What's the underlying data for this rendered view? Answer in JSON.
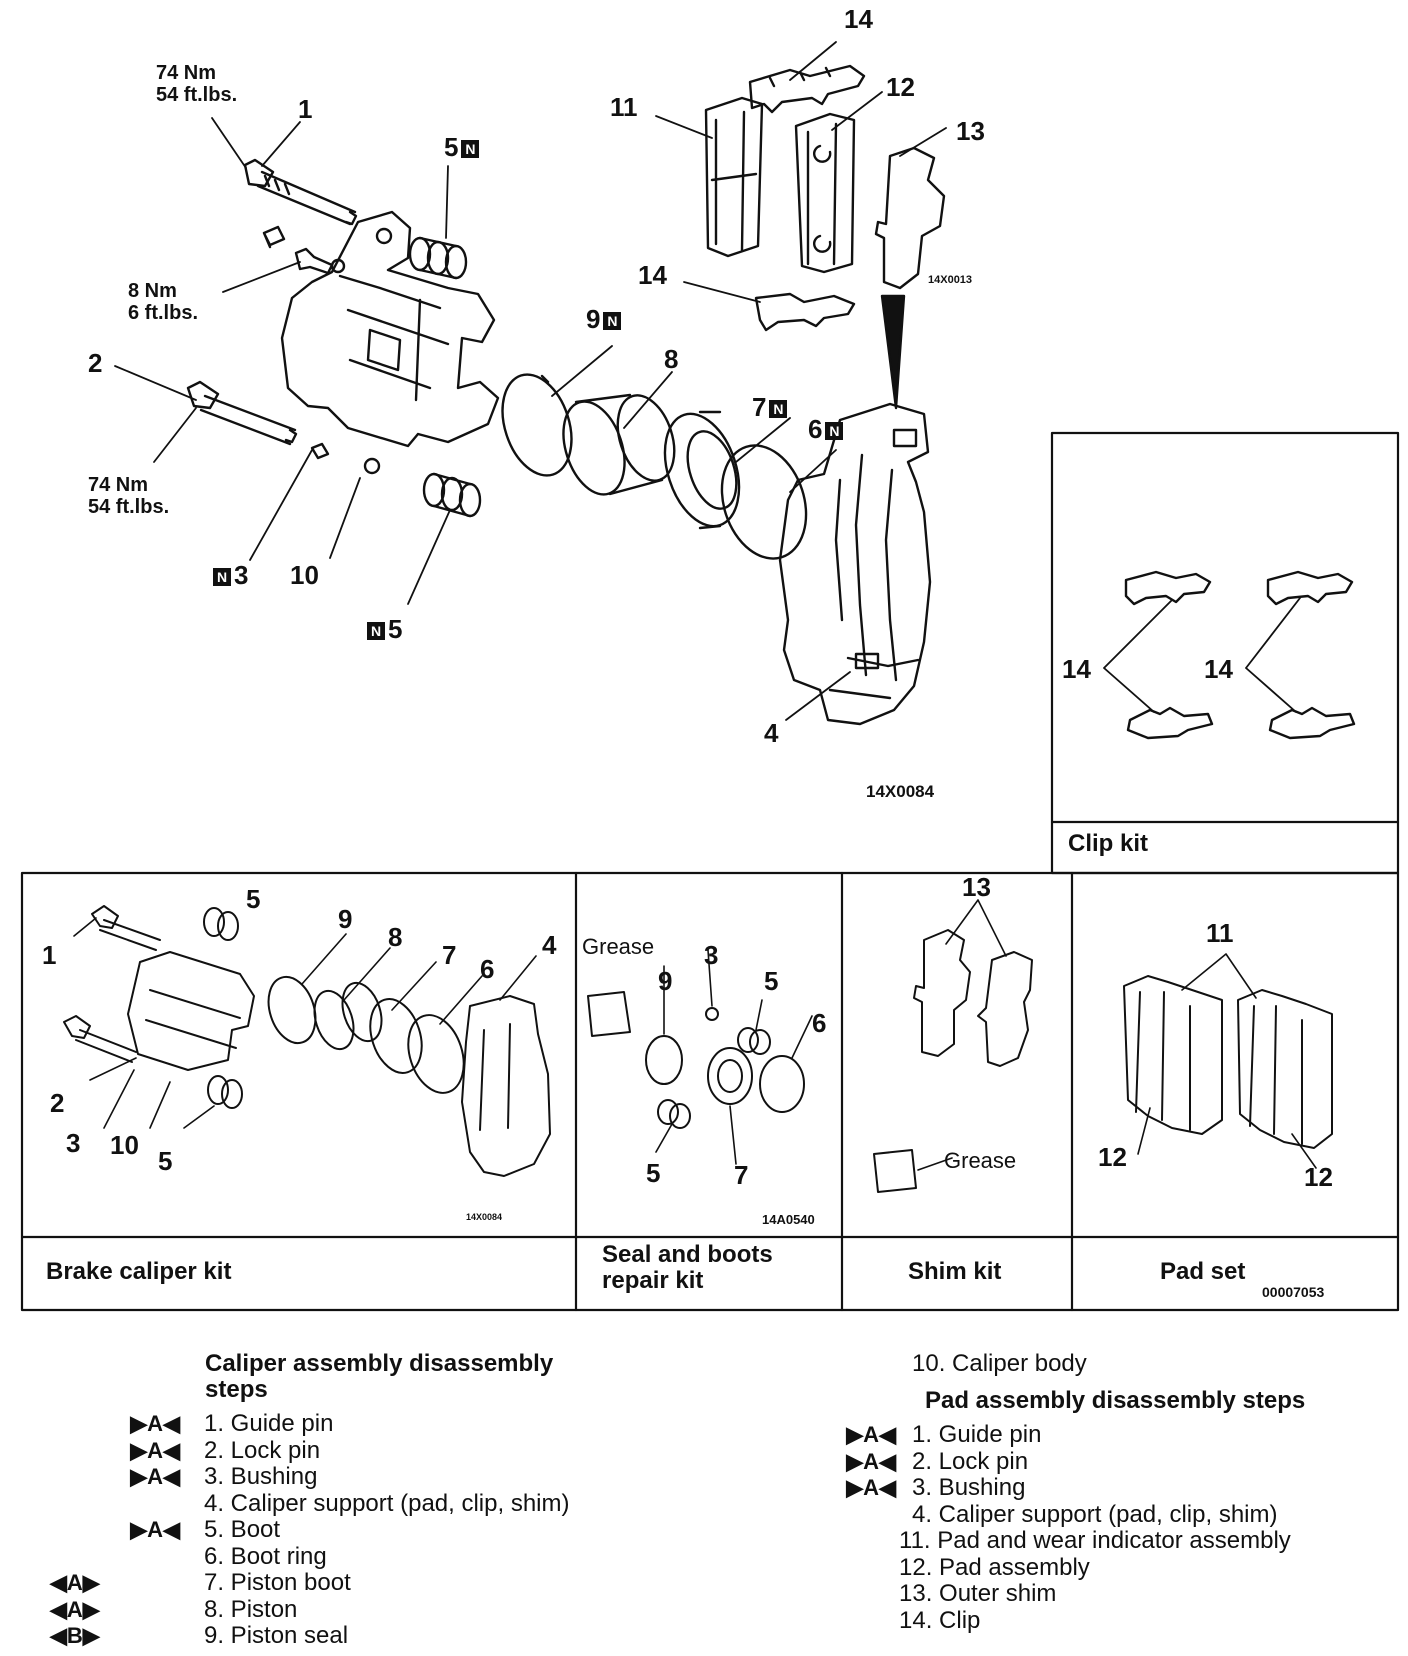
{
  "callouts": {
    "c1": "1",
    "c2": "2",
    "c3": "3",
    "c4": "4",
    "c5": "5",
    "c5b": "5",
    "c6": "6",
    "c7": "7",
    "c8": "8",
    "c9": "9",
    "c10": "10",
    "c11": "11",
    "c12": "12",
    "c13": "13",
    "c14a": "14",
    "c14b": "14",
    "clip_14a": "14",
    "clip_14b": "14"
  },
  "new_part_marker": "N",
  "torque": {
    "guide_pin_nm": "74 Nm",
    "guide_pin_ft": "54 ft.lbs.",
    "bleeder_nm": "8 Nm",
    "bleeder_ft": "6 ft.lbs.",
    "lock_pin_nm": "74 Nm",
    "lock_pin_ft": "54 ft.lbs."
  },
  "figure_codes": {
    "pad_detail": "14X0013",
    "main": "14X0084",
    "caliper_kit": "14X0084",
    "seal_kit": "14A0540",
    "sheet": "00007053"
  },
  "kits": {
    "clip_kit": "Clip kit",
    "brake_caliper_kit": "Brake caliper kit",
    "seal_kit_line1": "Seal and boots",
    "seal_kit_line2": "repair kit",
    "shim_kit": "Shim kit",
    "pad_set": "Pad set"
  },
  "kit_callouts": {
    "bc": {
      "n1": "1",
      "n2": "2",
      "n3": "3",
      "n4": "4",
      "n5a": "5",
      "n5b": "5",
      "n6": "6",
      "n7": "7",
      "n8": "8",
      "n9": "9",
      "n10": "10"
    },
    "seal": {
      "n3": "3",
      "n5a": "5",
      "n5b": "5",
      "n6": "6",
      "n7": "7",
      "n9": "9",
      "grease": "Grease"
    },
    "shim": {
      "n13": "13",
      "grease": "Grease"
    },
    "pad": {
      "n11": "11",
      "n12a": "12",
      "n12b": "12"
    }
  },
  "markers": {
    "A": "▶A◀",
    "A_rev": "◀A▶",
    "B_rev": "◀B▶"
  },
  "caliper_steps": {
    "heading_line1": "Caliper assembly disassembly",
    "heading_line2": "steps",
    "items": [
      {
        "marker": "▶A◀",
        "left": "",
        "text": "1. Guide pin"
      },
      {
        "marker": "▶A◀",
        "left": "",
        "text": "2. Lock pin"
      },
      {
        "marker": "▶A◀",
        "left": "",
        "text": "3. Bushing"
      },
      {
        "marker": "",
        "left": "",
        "text": "4. Caliper support (pad, clip, shim)"
      },
      {
        "marker": "▶A◀",
        "left": "",
        "text": "5. Boot"
      },
      {
        "marker": "",
        "left": "",
        "text": "6. Boot ring"
      },
      {
        "marker": "",
        "left": "◀A▶",
        "text": "7. Piston boot"
      },
      {
        "marker": "",
        "left": "◀A▶",
        "text": "8. Piston"
      },
      {
        "marker": "",
        "left": "◀B▶",
        "text": "9. Piston seal"
      }
    ]
  },
  "pad_steps": {
    "carry_over": "10. Caliper body",
    "heading": "Pad assembly disassembly steps",
    "items": [
      {
        "marker": "▶A◀",
        "text": "1. Guide pin"
      },
      {
        "marker": "▶A◀",
        "text": "2. Lock pin"
      },
      {
        "marker": "▶A◀",
        "text": "3. Bushing"
      },
      {
        "marker": "",
        "text": "4. Caliper support (pad, clip, shim)"
      },
      {
        "marker": "",
        "text": "11. Pad and wear indicator assembly"
      },
      {
        "marker": "",
        "text": "12. Pad assembly"
      },
      {
        "marker": "",
        "text": "13. Outer shim"
      },
      {
        "marker": "",
        "text": "14. Clip"
      }
    ]
  }
}
